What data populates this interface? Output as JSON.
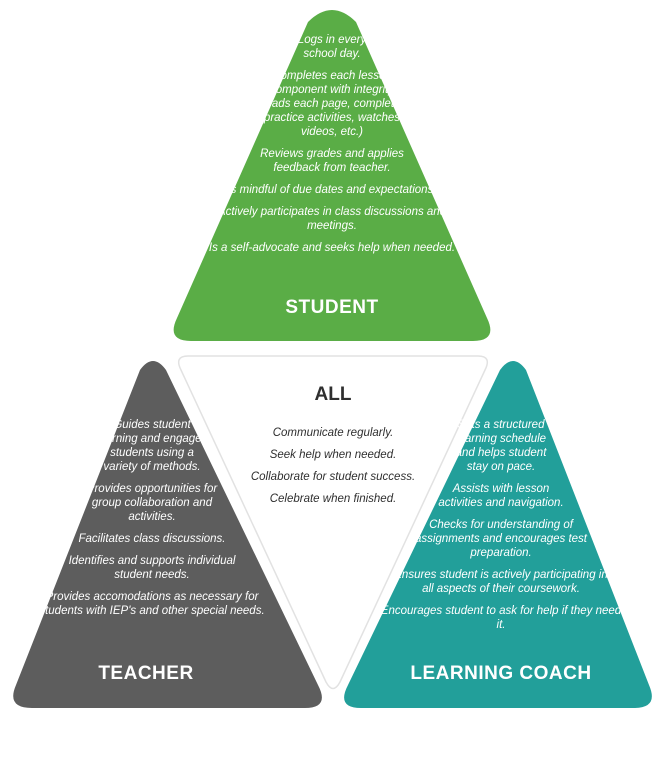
{
  "colors": {
    "student": "#5aad46",
    "teacher": "#5d5d5d",
    "coach": "#229f9a",
    "all": "#ffffff",
    "all_border": "#e2e2e2"
  },
  "student": {
    "label": "STUDENT",
    "items": [
      "Logs in every school day.",
      "Completes each lesson component with integrity (reads each page, completes practice activities, watches videos, etc.)",
      "Reviews grades and applies feedback from teacher.",
      "Is mindful of due dates and expectations.",
      "Actively participates in class discussions and meetings.",
      "Is a self-advocate and seeks help when needed."
    ]
  },
  "teacher": {
    "label": "TEACHER",
    "items": [
      "Guides student learning and engages students using a variety of methods.",
      "Provides opportunities for group collaboration and activities.",
      "Facilitates class discussions.",
      "Identifies and supports individual student needs.",
      "Provides accomodations as necessary for students with IEP's and other special needs."
    ]
  },
  "coach": {
    "label": "LEARNING COACH",
    "items": [
      "Sets a structured learning schedule and helps student stay on pace.",
      "Assists with lesson activities and navigation.",
      "Checks for understanding of assignments and encourages test preparation.",
      "Ensures student is actively participating in all aspects of their coursework.",
      "Encourages student to ask for help if they need it."
    ]
  },
  "all": {
    "title": "ALL",
    "items": [
      "Communicate regularly.",
      "Seek help when needed.",
      "Collaborate for student success.",
      "Celebrate when finished."
    ]
  }
}
